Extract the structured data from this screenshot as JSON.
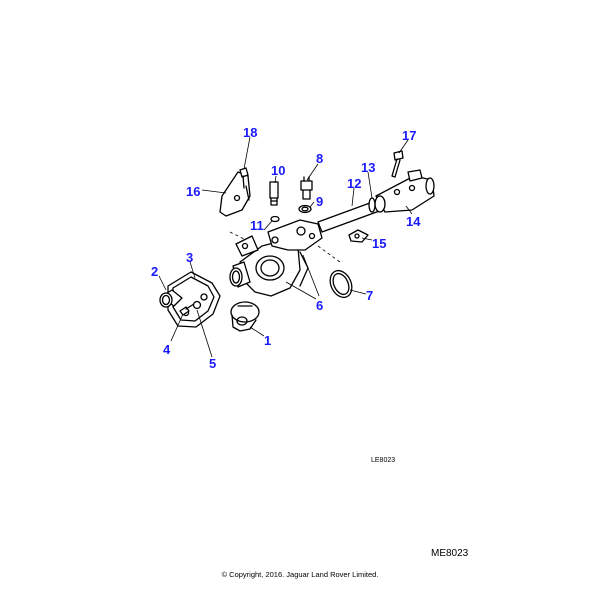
{
  "diagram": {
    "callout_color": "#1a1aff",
    "line_color": "#000000",
    "callouts": [
      {
        "id": "1",
        "label": "1"
      },
      {
        "id": "2",
        "label": "2"
      },
      {
        "id": "3",
        "label": "3"
      },
      {
        "id": "4",
        "label": "4"
      },
      {
        "id": "5",
        "label": "5"
      },
      {
        "id": "6",
        "label": "6"
      },
      {
        "id": "7",
        "label": "7"
      },
      {
        "id": "8",
        "label": "8"
      },
      {
        "id": "9",
        "label": "9"
      },
      {
        "id": "10",
        "label": "10"
      },
      {
        "id": "11",
        "label": "11"
      },
      {
        "id": "12",
        "label": "12"
      },
      {
        "id": "13",
        "label": "13"
      },
      {
        "id": "14",
        "label": "14"
      },
      {
        "id": "15",
        "label": "15"
      },
      {
        "id": "16",
        "label": "16"
      },
      {
        "id": "17",
        "label": "17"
      },
      {
        "id": "18",
        "label": "18"
      }
    ],
    "illustration_code": "LE8023"
  },
  "footer": {
    "part_code": "ME8023",
    "copyright": "© Copyright, 2016. Jaguar Land Rover Limited."
  }
}
